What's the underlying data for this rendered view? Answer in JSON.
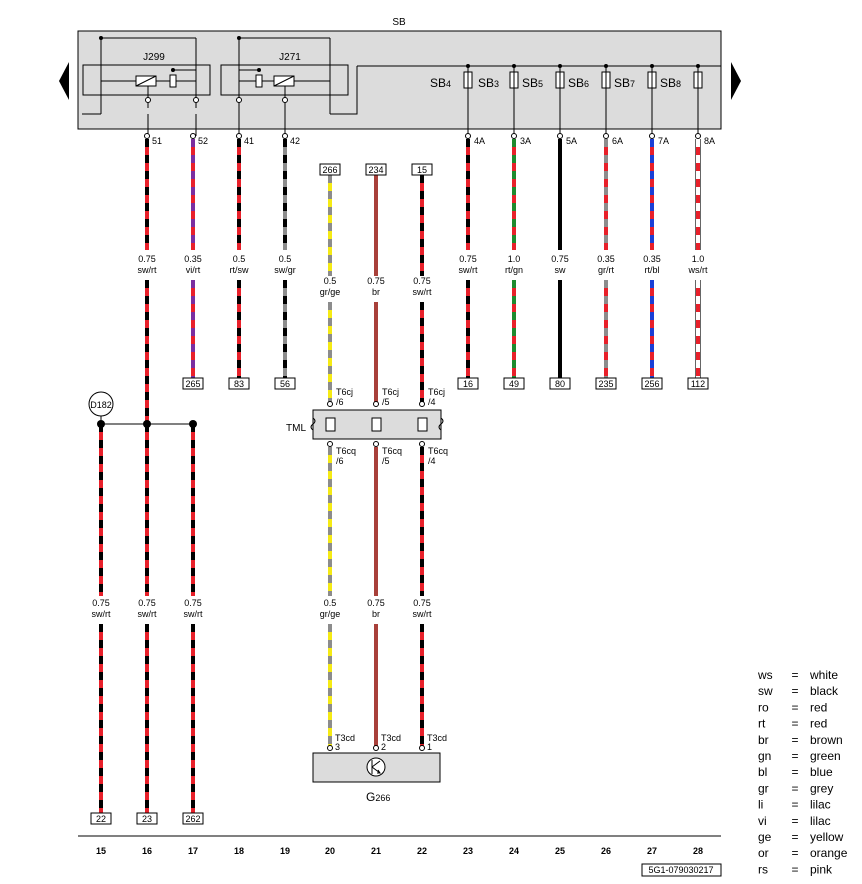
{
  "colors": {
    "sw": "#000000",
    "rt": "#e8202a",
    "vi": "#7a2ea0",
    "gr": "#8c8c8c",
    "ge": "#f5ea14",
    "br": "#a8403a",
    "gn": "#1e8a2e",
    "bl": "#1a3fd6",
    "ws": "#ffffff",
    "panel": "#dcdcdc"
  },
  "sb_title": "SB",
  "relays": [
    {
      "name": "J299",
      "pins": [
        "51",
        "52"
      ]
    },
    {
      "name": "J271",
      "pins": [
        "41",
        "42"
      ]
    }
  ],
  "fuse_labels": [
    {
      "pre": "SB",
      "num": "4"
    },
    {
      "pre": "SB",
      "num": "3"
    },
    {
      "pre": "SB",
      "num": "5"
    },
    {
      "pre": "SB",
      "num": "6"
    },
    {
      "pre": "SB",
      "num": "7"
    },
    {
      "pre": "SB",
      "num": "8"
    }
  ],
  "wires": [
    {
      "col": "15",
      "stripe": [
        "rt",
        "sw"
      ],
      "gauge": "0.75",
      "code": "sw/rt",
      "bottom_ref": "22"
    },
    {
      "col": "16",
      "stripe": [
        "rt",
        "sw"
      ],
      "top_pin": "51",
      "gauge": "0.75",
      "code": "sw/rt",
      "gauge2": "0.75",
      "code2": "sw/rt",
      "bottom_ref": "23"
    },
    {
      "col": "17",
      "stripe": [
        "rt",
        "vi"
      ],
      "top_pin": "52",
      "gauge": "0.35",
      "code": "vi/rt",
      "mid_ref": "265",
      "gauge2": "0.75",
      "code2": "sw/rt",
      "bottom_ref": "262"
    },
    {
      "col": "18",
      "stripe": [
        "rt",
        "sw"
      ],
      "top_pin": "41",
      "gauge": "0.5",
      "code": "rt/sw",
      "mid_ref": "83"
    },
    {
      "col": "19",
      "stripe": [
        "gr",
        "sw"
      ],
      "top_pin": "42",
      "gauge": "0.5",
      "code": "sw/gr",
      "mid_ref": "56"
    },
    {
      "col": "20",
      "stripe": [
        "ge",
        "gr"
      ],
      "top_ref": "266",
      "gauge": "0.5",
      "code": "gr/ge",
      "conn_top": "T6cj",
      "conn_top_pin": "/6",
      "conn_bot": "T6cq",
      "conn_bot_pin": "/6",
      "gauge2": "0.5",
      "code2": "gr/ge",
      "term": "T3cd",
      "term_pin": "3"
    },
    {
      "col": "21",
      "stripe": [
        "br",
        "br"
      ],
      "top_ref": "234",
      "gauge": "0.75",
      "code": "br",
      "conn_top": "T6cj",
      "conn_top_pin": "/5",
      "conn_bot": "T6cq",
      "conn_bot_pin": "/5",
      "gauge2": "0.75",
      "code2": "br",
      "term": "T3cd",
      "term_pin": "2"
    },
    {
      "col": "22",
      "stripe": [
        "rt",
        "sw"
      ],
      "top_ref": "15",
      "gauge": "0.75",
      "code": "sw/rt",
      "conn_top": "T6cj",
      "conn_top_pin": "/4",
      "conn_bot": "T6cq",
      "conn_bot_pin": "/4",
      "gauge2": "0.75",
      "code2": "sw/rt",
      "term": "T3cd",
      "term_pin": "1"
    },
    {
      "col": "23",
      "stripe": [
        "rt",
        "sw"
      ],
      "top_pin": "4A",
      "gauge": "0.75",
      "code": "sw/rt",
      "mid_ref": "16"
    },
    {
      "col": "24",
      "stripe": [
        "rt",
        "gn"
      ],
      "top_pin": "3A",
      "gauge": "1.0",
      "code": "rt/gn",
      "mid_ref": "49"
    },
    {
      "col": "25",
      "stripe": [
        "sw",
        "sw"
      ],
      "top_pin": "5A",
      "gauge": "0.75",
      "code": "sw",
      "mid_ref": "80"
    },
    {
      "col": "26",
      "stripe": [
        "rt",
        "gr"
      ],
      "top_pin": "6A",
      "gauge": "0.35",
      "code": "gr/rt",
      "mid_ref": "235"
    },
    {
      "col": "27",
      "stripe": [
        "rt",
        "bl"
      ],
      "top_pin": "7A",
      "gauge": "0.35",
      "code": "rt/bl",
      "mid_ref": "256"
    },
    {
      "col": "28",
      "stripe": [
        "rt",
        "ws"
      ],
      "top_pin": "8A",
      "gauge": "1.0",
      "code": "ws/rt",
      "mid_ref": "112"
    }
  ],
  "splice": "D182",
  "connector_block": "TML",
  "sensor": {
    "name": "G",
    "sub": "266"
  },
  "drawing_number": "5G1-079030217",
  "legend": [
    {
      "code": "ws",
      "eq": "=",
      "name": "white"
    },
    {
      "code": "sw",
      "eq": "=",
      "name": "black"
    },
    {
      "code": "ro",
      "eq": "=",
      "name": "red"
    },
    {
      "code": "rt",
      "eq": "=",
      "name": "red"
    },
    {
      "code": "br",
      "eq": "=",
      "name": "brown"
    },
    {
      "code": "gn",
      "eq": "=",
      "name": "green"
    },
    {
      "code": "bl",
      "eq": "=",
      "name": "blue"
    },
    {
      "code": "gr",
      "eq": "=",
      "name": "grey"
    },
    {
      "code": "li",
      "eq": "=",
      "name": "lilac"
    },
    {
      "code": "vi",
      "eq": "=",
      "name": "lilac"
    },
    {
      "code": "ge",
      "eq": "=",
      "name": "yellow"
    },
    {
      "code": "or",
      "eq": "=",
      "name": "orange"
    },
    {
      "code": "rs",
      "eq": "=",
      "name": "pink"
    }
  ]
}
